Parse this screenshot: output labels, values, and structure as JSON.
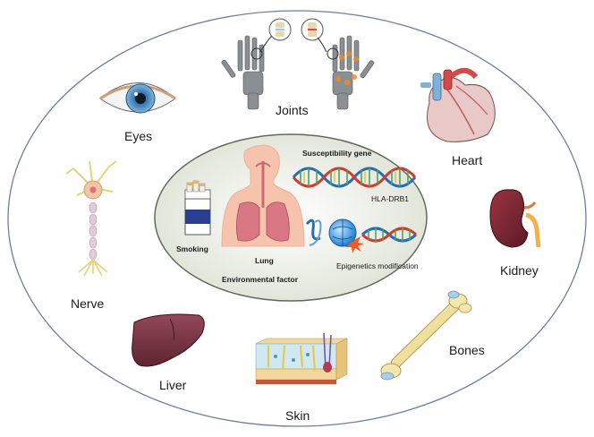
{
  "organs": {
    "joints": "Joints",
    "eyes": "Eyes",
    "heart": "Heart",
    "kidney": "Kidney",
    "nerve": "Nerve",
    "bones": "Bones",
    "liver": "Liver",
    "skin": "Skin"
  },
  "center": {
    "susceptibility_gene": "Susceptibility gene",
    "hla_drb1": "HLA-DRB1",
    "smoking": "Smoking",
    "lung": "Lung",
    "environmental_factor": "Environmental factor",
    "epigenetics": "Epigenetics modification"
  },
  "colors": {
    "outer_ring": "#6a7fa0",
    "inner_ellipse_edge": "#5f6a5a",
    "inner_fill": "#e8ebe2",
    "lung_body": "#f6c4ad",
    "dna_red": "#d23a2e",
    "dna_blue": "#2a6bb5",
    "bone": "#f1e3a3",
    "liver": "#7a3542",
    "kidney": "#7e2430"
  }
}
